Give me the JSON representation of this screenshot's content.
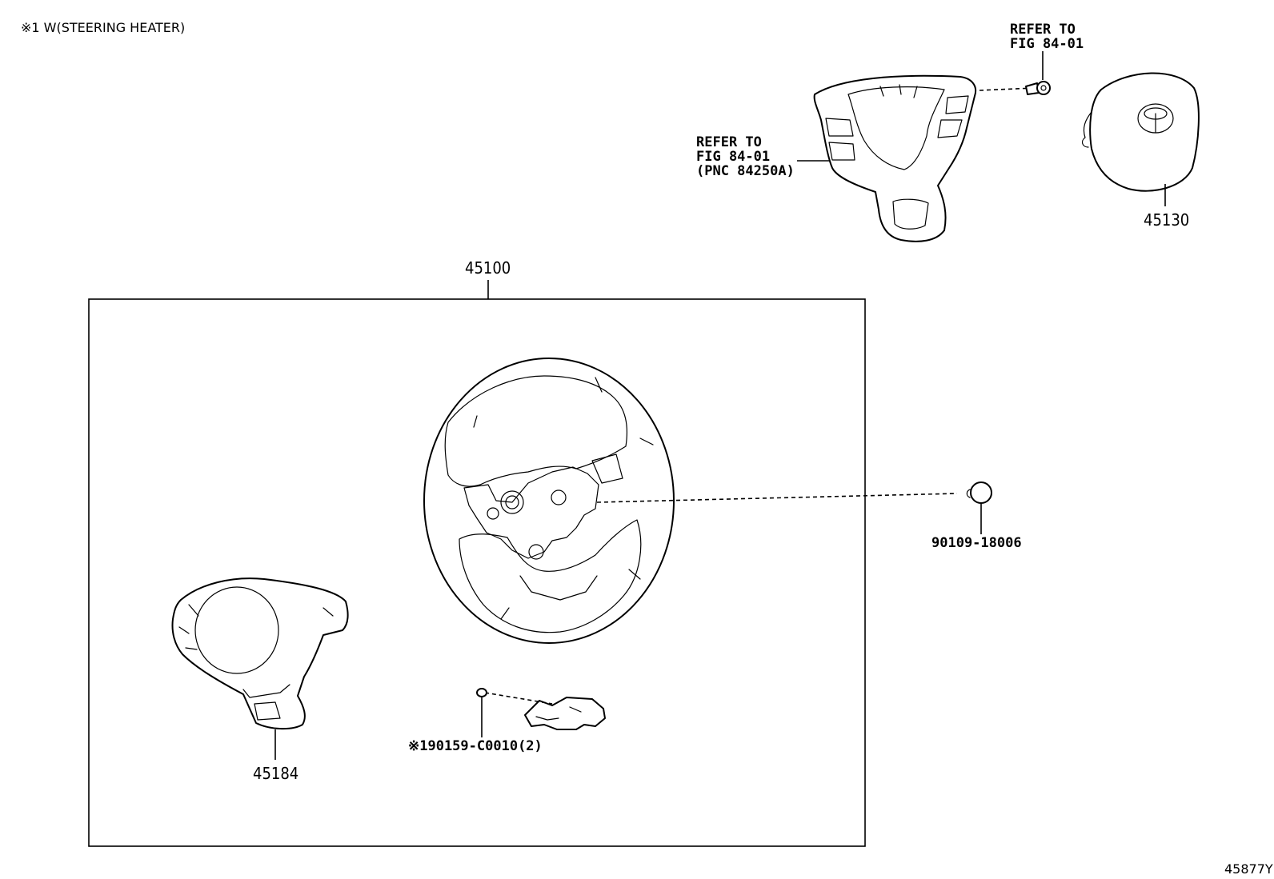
{
  "note": "※1 W(STEERING HEATER)",
  "labels": {
    "refer_top": [
      "REFER TO",
      "FIG 84-01"
    ],
    "refer_left": [
      "REFER TO",
      "FIG 84-01",
      "(PNC 84250A)"
    ],
    "part_45130": "45130",
    "part_45100": "45100",
    "part_90109": "90109-18006",
    "part_45184": "45184",
    "part_90159": "※190159-C0010(2)",
    "figure_id": "45877Y"
  }
}
